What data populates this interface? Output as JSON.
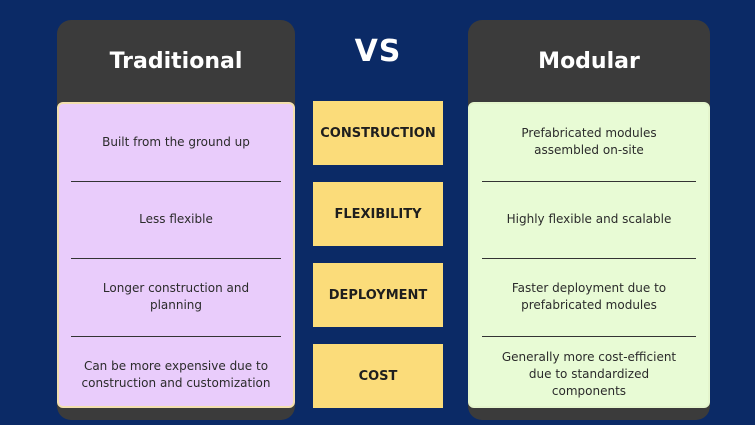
{
  "vs": "VS",
  "traditional": {
    "title": "Traditional",
    "items": [
      "Built from the ground up",
      "Less flexible",
      "Longer construction and planning",
      "Can be more expensive due to construction and customization"
    ]
  },
  "modular": {
    "title": "Modular",
    "items": [
      "Prefabricated modules assembled on-site",
      "Highly flexible and scalable",
      "Faster deployment due to prefabricated modules",
      "Generally more cost-efficient due to standardized components"
    ]
  },
  "categories": [
    "CONSTRUCTION",
    "FLEXIBILITY",
    "DEPLOYMENT",
    "COST"
  ],
  "colors": {
    "background": "#0b2a66",
    "header": "#3b3b3b",
    "traditional_panel": "#e9ccfb",
    "modular_panel": "#e8fbd5",
    "category_box": "#fbdc7a"
  }
}
